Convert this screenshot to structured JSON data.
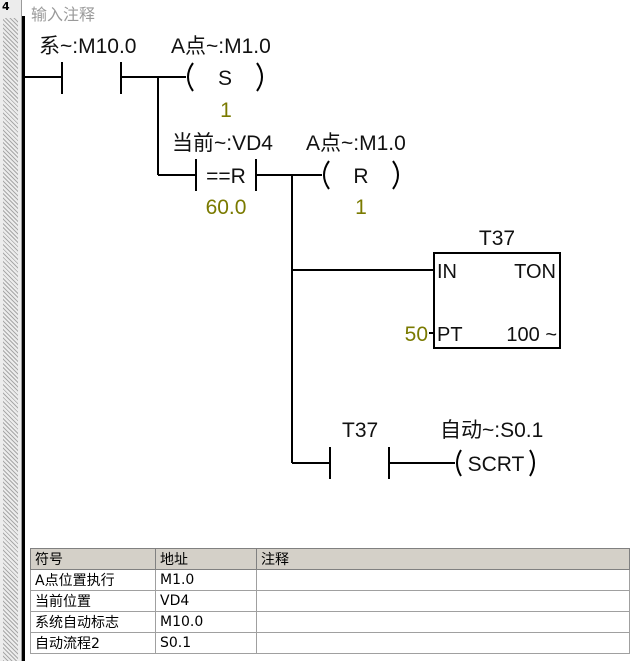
{
  "network": {
    "number": "4",
    "comment": "输入注释"
  },
  "rung1": {
    "contact": {
      "symbol": "系~:M10.0"
    },
    "set_coil": {
      "symbol": "A点~:M1.0",
      "op": "S",
      "count": "1"
    }
  },
  "rung2": {
    "compare": {
      "symbol": "当前~:VD4",
      "op": "==R",
      "value": "60.0"
    },
    "reset_coil": {
      "symbol": "A点~:M1.0",
      "op": "R",
      "count": "1"
    }
  },
  "timer": {
    "name": "T37",
    "in": "IN",
    "type": "TON",
    "pt_value": "50",
    "pt": "PT",
    "base": "100 ~"
  },
  "rung4": {
    "contact": {
      "symbol": "T37"
    },
    "coil": {
      "symbol": "自动~:S0.1",
      "op": "SCRT"
    }
  },
  "symbol_table": {
    "headers": [
      "符号",
      "地址",
      "注释"
    ],
    "rows": [
      [
        "A点位置执行",
        "M1.0",
        ""
      ],
      [
        "当前位置",
        "VD4",
        ""
      ],
      [
        "系统自动标志",
        "M10.0",
        ""
      ],
      [
        "自动流程2",
        "S0.1",
        ""
      ]
    ]
  }
}
